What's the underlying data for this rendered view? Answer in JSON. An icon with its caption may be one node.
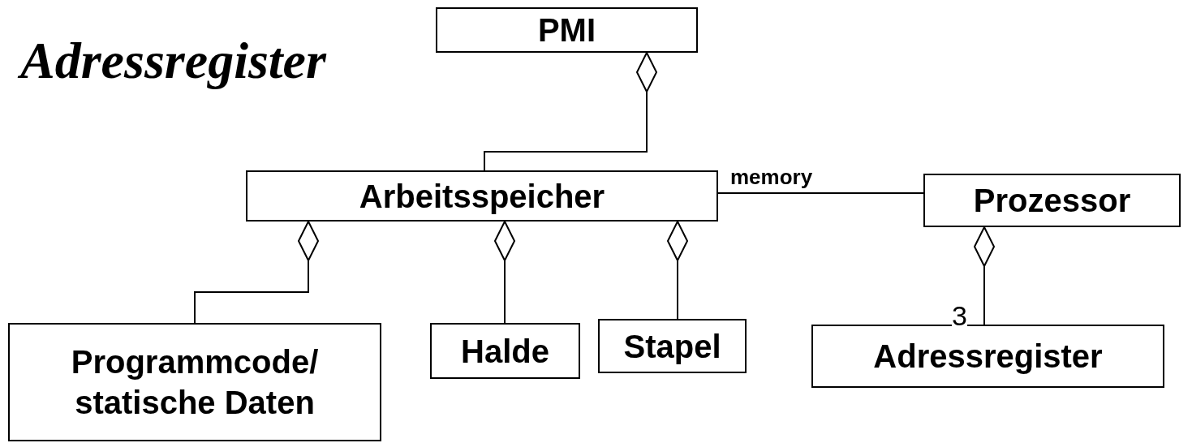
{
  "diagram": {
    "title": "Adressregister",
    "nodes": [
      {
        "text": [
          "PMI"
        ]
      },
      {
        "text": [
          "Arbeitsspeicher"
        ]
      },
      {
        "text": [
          "Prozessor"
        ]
      },
      {
        "text": [
          "Programmcode/ statische Daten"
        ]
      },
      {
        "text": [
          "Halde"
        ]
      },
      {
        "text": [
          "Stapel"
        ]
      },
      {
        "text": [
          "Adressregister"
        ]
      }
    ],
    "edges": [
      {
        "from": 1,
        "to": 0,
        "arrow": "other"
      },
      {
        "from": 1,
        "to": 2,
        "arrow": "none",
        "label": "memory"
      },
      {
        "from": 3,
        "to": 1,
        "arrow": "other"
      },
      {
        "from": 4,
        "to": 1,
        "arrow": "other"
      },
      {
        "from": 5,
        "to": 1,
        "arrow": "other"
      },
      {
        "from": 6,
        "to": 2,
        "arrow": "other",
        "label": "3"
      }
    ]
  }
}
